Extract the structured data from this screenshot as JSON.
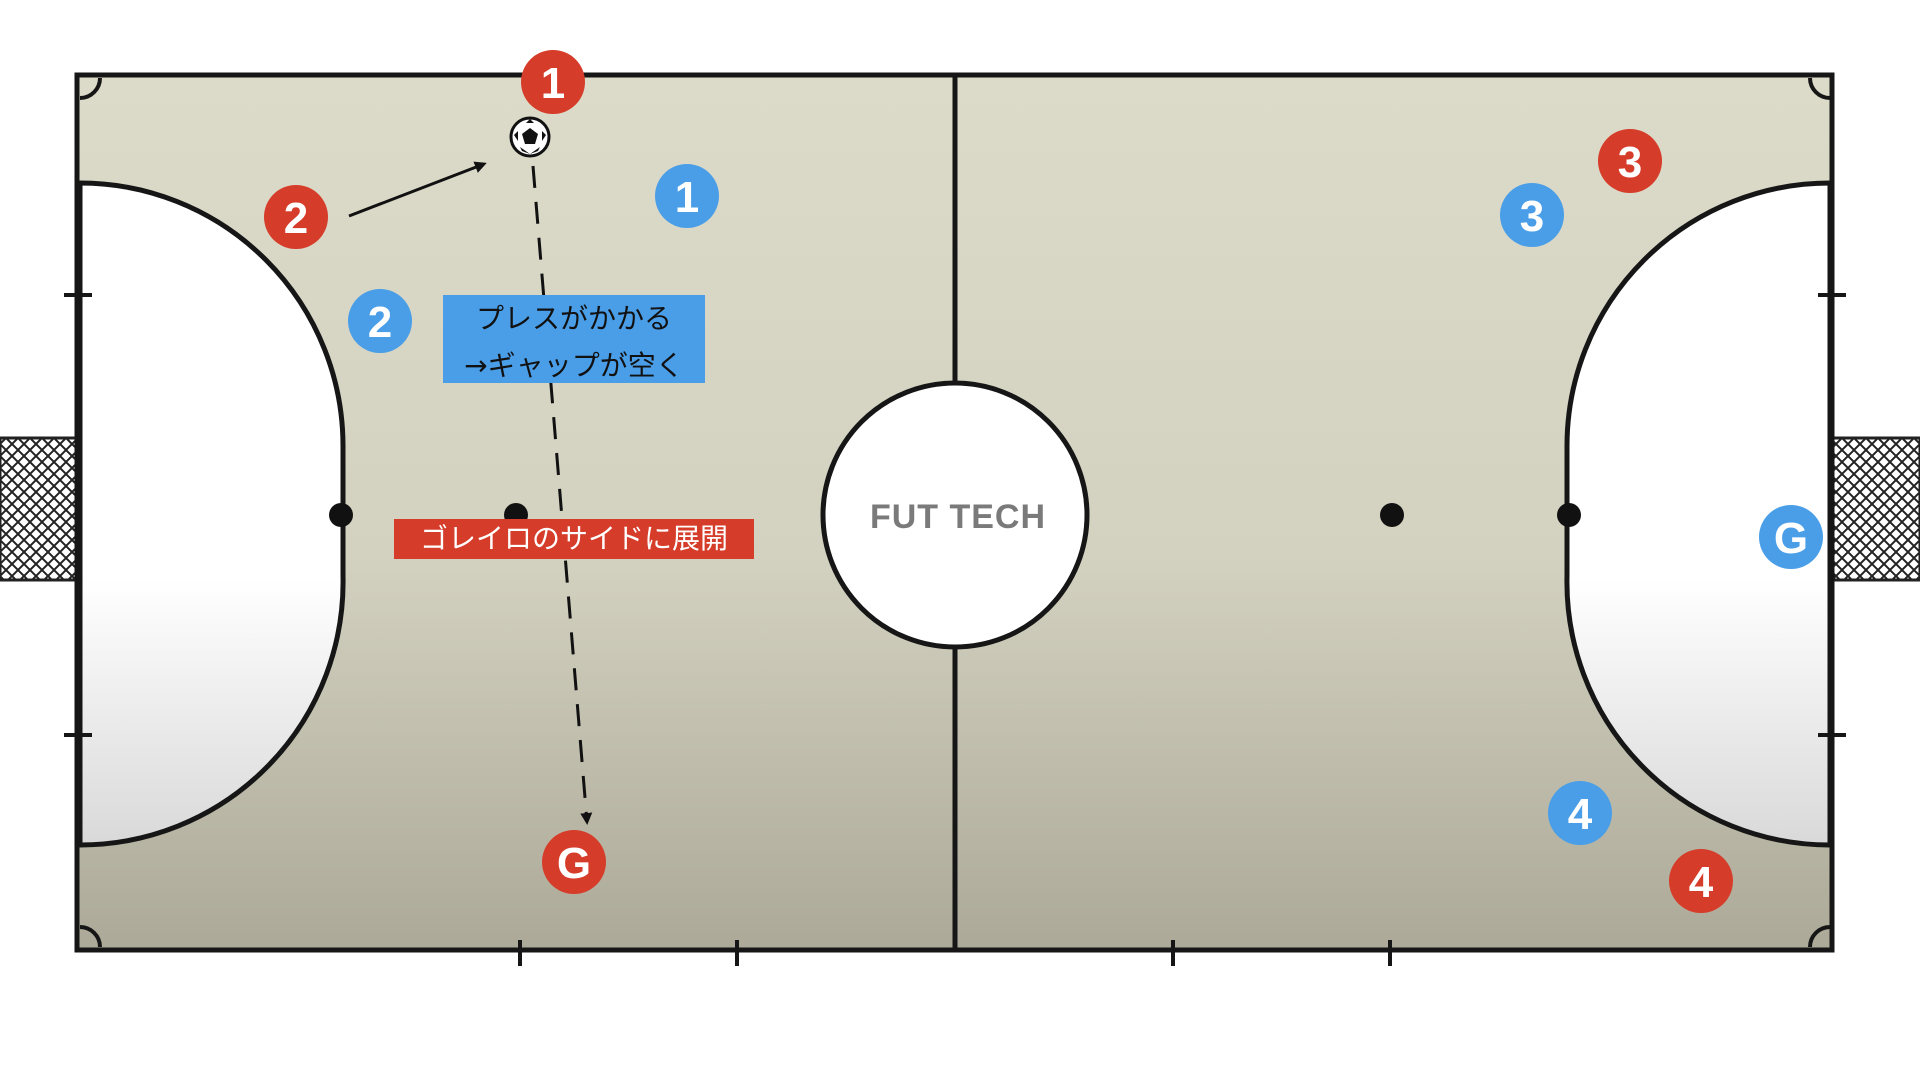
{
  "court": {
    "logo": "FUT TECH",
    "colors": {
      "court_top": "#dcdac8",
      "court_bottom": "#aca998",
      "line": "#161616",
      "red_team": "#d63c2a",
      "blue_team": "#4a9ee8"
    }
  },
  "players": {
    "red": [
      {
        "id": "red-1",
        "label": "1"
      },
      {
        "id": "red-2",
        "label": "2"
      },
      {
        "id": "red-3",
        "label": "3"
      },
      {
        "id": "red-4",
        "label": "4"
      },
      {
        "id": "red-g",
        "label": "G"
      }
    ],
    "blue": [
      {
        "id": "blue-1",
        "label": "1"
      },
      {
        "id": "blue-2",
        "label": "2"
      },
      {
        "id": "blue-3",
        "label": "3"
      },
      {
        "id": "blue-4",
        "label": "4"
      },
      {
        "id": "blue-g",
        "label": "G"
      }
    ]
  },
  "annotations": {
    "press_line1": "プレスがかかる",
    "press_line2": "→ギャップが空く",
    "goalie_side": "ゴレイロのサイドに展開"
  },
  "icons": {
    "ball": "soccer-ball-icon",
    "pass": "pass-arrow-icon",
    "movement": "movement-arrow-icon"
  }
}
